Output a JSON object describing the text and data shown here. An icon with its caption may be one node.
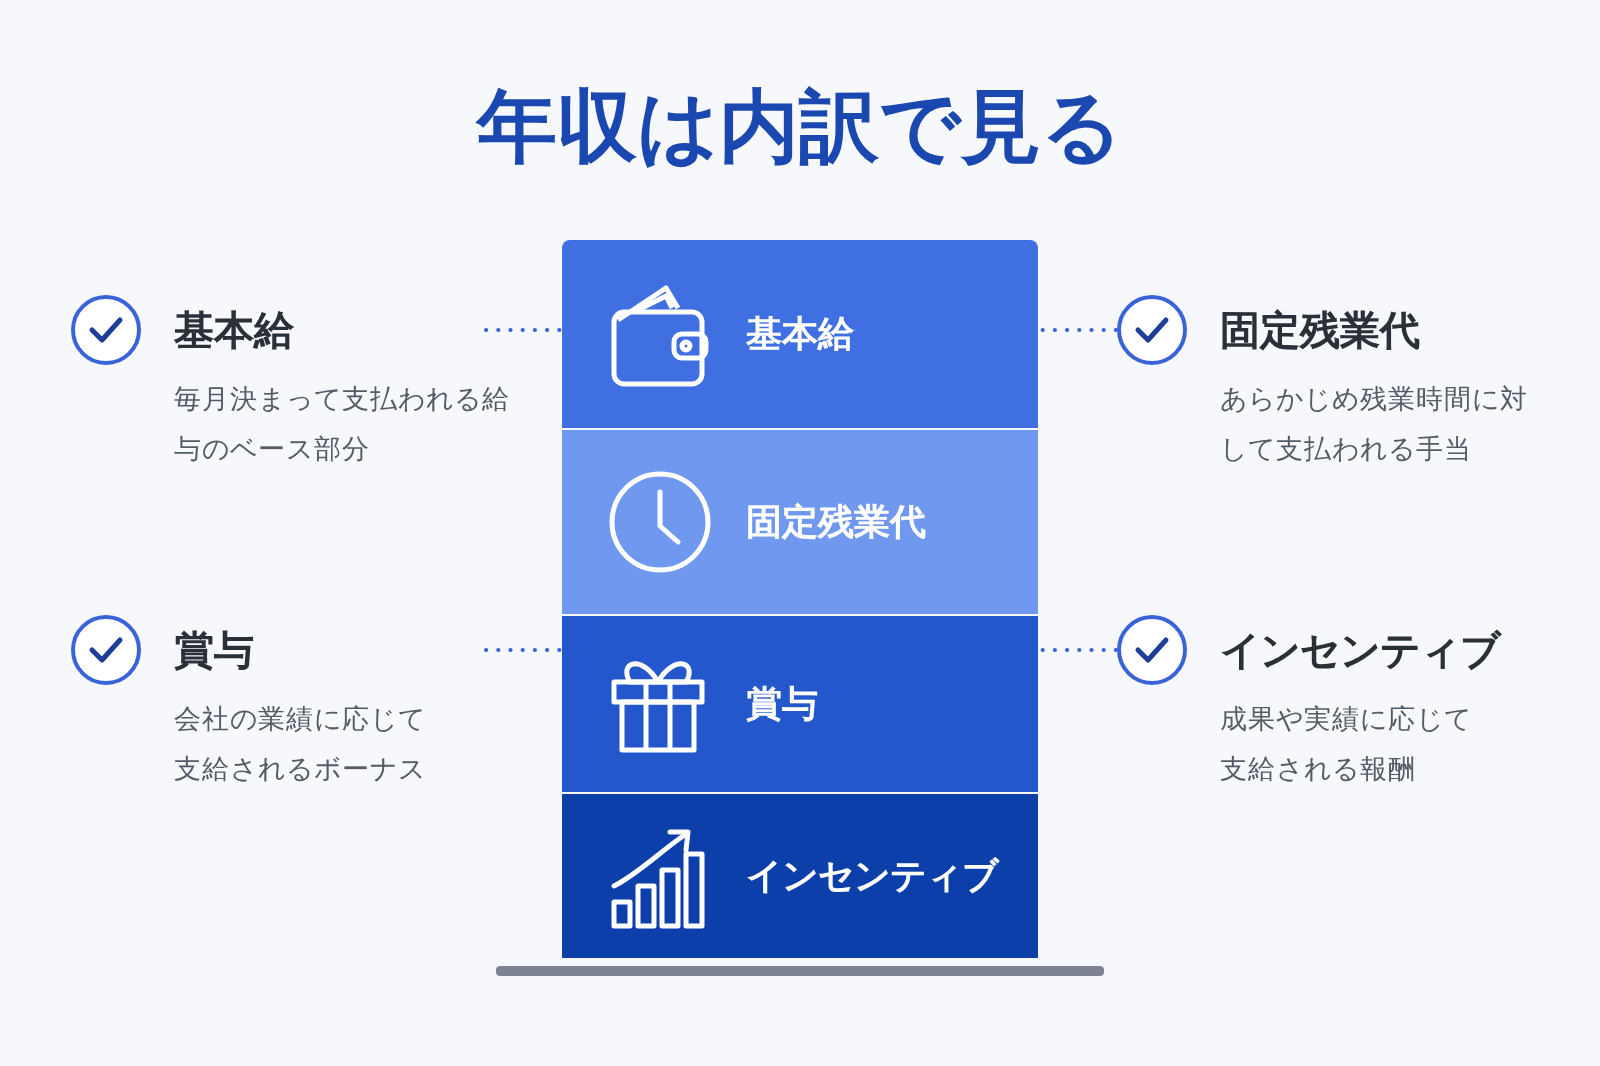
{
  "diagram": {
    "title": "年収は内訳で見る",
    "nodes": [
      {
        "text": [
          "基本給"
        ]
      },
      {
        "text": [
          "固定残業代"
        ]
      },
      {
        "text": [
          "賞与"
        ]
      },
      {
        "text": [
          "インセンティブ"
        ]
      },
      {
        "text": [
          "基本給",
          "毎月決まって支払われる給与のベース部分"
        ]
      },
      {
        "text": [
          "固定残業代",
          "あらかじめ残業時間に対して支払われる手当"
        ]
      },
      {
        "text": [
          "賞与",
          "会社の業績に応じて支給されるボーナス"
        ]
      },
      {
        "text": [
          "インセンティブ",
          "成果や実績に応じて支給される報酬"
        ]
      }
    ],
    "edges": [
      {
        "from": 4,
        "to": 0,
        "arrow": "none",
        "style": "dashed"
      },
      {
        "from": 5,
        "to": 0,
        "arrow": "none",
        "style": "dashed"
      },
      {
        "from": 6,
        "to": 2,
        "arrow": "none",
        "style": "dashed"
      },
      {
        "from": 7,
        "to": 2,
        "arrow": "none",
        "style": "dashed"
      }
    ]
  }
}
